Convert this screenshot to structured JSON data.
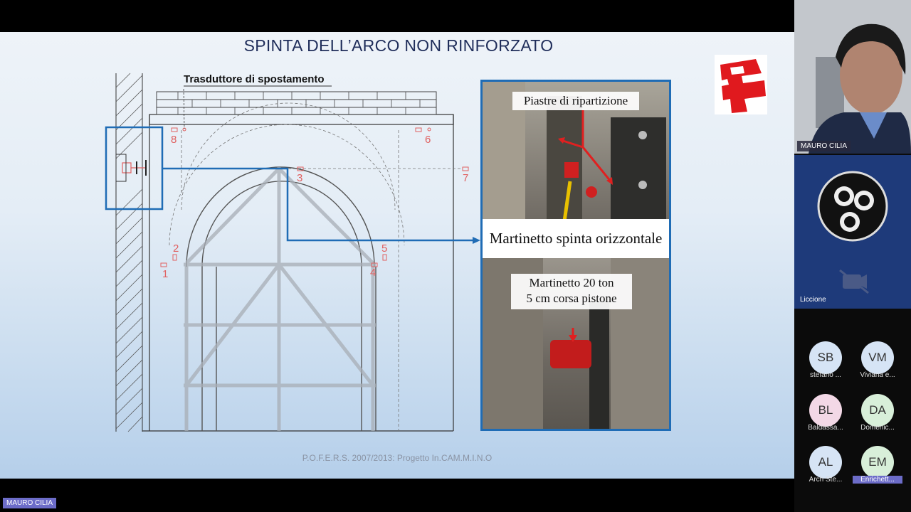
{
  "slide": {
    "title": "SPINTA DELL’ARCO NON RINFORZATO",
    "footer": "P.O.F.E.R.S. 2007/2013: Progetto In.CAM.M.I.N.O",
    "drawing_label": "Trasduttore di spostamento",
    "gauge_numbers": [
      "1",
      "2",
      "3",
      "4",
      "5",
      "6",
      "7",
      "8"
    ],
    "photo_top_label": "Piastre di ripartizione",
    "photo_mid_label": "Martinetto spinta orizzontale",
    "photo_bot_label_1": "Martinetto 20 ton",
    "photo_bot_label_2": "5 cm corsa pistone"
  },
  "colors": {
    "accent": "#1f6cb5",
    "arrow_red": "#e02020",
    "logo_red": "#e0191e"
  },
  "participants": {
    "main_speaker": "MAURO CILIA",
    "second_tile": "Liccione",
    "list": [
      {
        "initials": "SB",
        "name": "stefano ...",
        "bg": "#d6e4f5"
      },
      {
        "initials": "VM",
        "name": "Viviana e...",
        "bg": "#d6e4f5"
      },
      {
        "initials": "BL",
        "name": "Baldassa...",
        "bg": "#f3d8e6"
      },
      {
        "initials": "DA",
        "name": "Domenic...",
        "bg": "#d8efd9"
      },
      {
        "initials": "AL",
        "name": "Arch Ste...",
        "bg": "#d6e4f5"
      },
      {
        "initials": "EM",
        "name": "Enrichett...",
        "bg": "#d8efd9"
      }
    ]
  },
  "bottom_name": "MAURO CILIA",
  "icons": [
    "obs-logo-icon",
    "camera-off-icon",
    "project-logo-icon"
  ]
}
